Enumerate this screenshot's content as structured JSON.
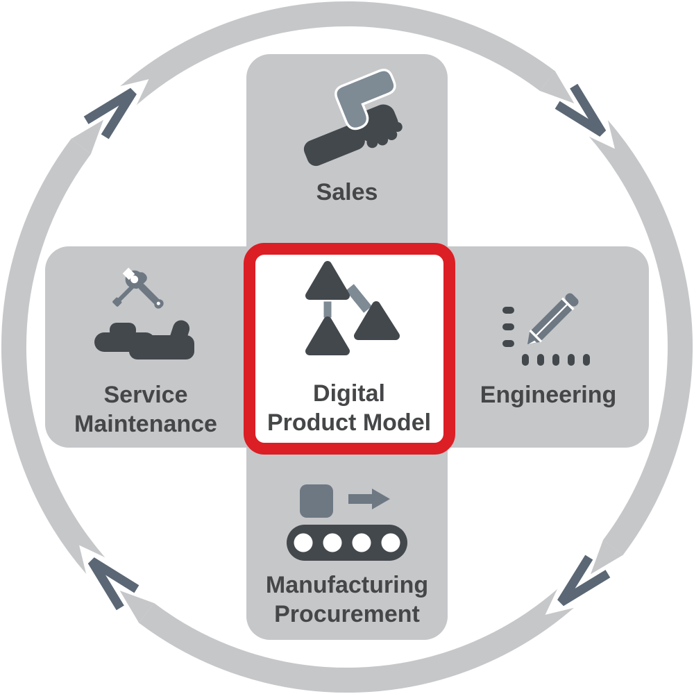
{
  "cycle": {
    "direction": "clockwise",
    "arrowhead_count": 4,
    "ring_color": "#c6c7c9",
    "arrowhead_color": "#5b6774"
  },
  "center": {
    "label_line1": "Digital",
    "label_line2": "Product Model",
    "icon": "triangle-network-icon",
    "border_color": "#dc1e25",
    "background": "#ffffff"
  },
  "sections": {
    "top": {
      "label": "Sales",
      "icon": "handshake-icon"
    },
    "right": {
      "label": "Engineering",
      "icon": "pencil-sketch-icon"
    },
    "left": {
      "label_line1": "Service",
      "label_line2": "Maintenance",
      "icon": "hand-tools-icon"
    },
    "bottom": {
      "label_line1": "Manufacturing",
      "label_line2": "Procurement",
      "icon": "conveyor-belt-icon"
    }
  },
  "colors": {
    "panel_gray": "#c6c7c9",
    "icon_dark": "#43484d",
    "icon_steel": "#6e7883",
    "icon_steel_light": "#7e8a94",
    "label_text": "#454648",
    "highlight_red": "#dc1e25",
    "background": "#ffffff"
  }
}
